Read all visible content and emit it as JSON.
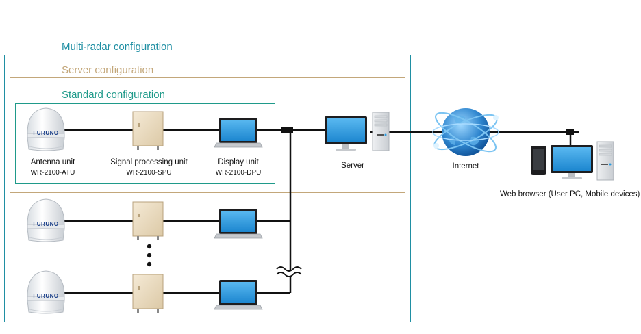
{
  "titles": {
    "multi_radar": "Multi-radar configuration",
    "server_config": "Server configuration",
    "standard_config": "Standard configuration"
  },
  "units": {
    "antenna": {
      "name": "Antenna unit",
      "model": "WR-2100-ATU",
      "brand": "FURUNO"
    },
    "spu": {
      "name": "Signal processing unit",
      "model": "WR-2100-SPU"
    },
    "display": {
      "name": "Display unit",
      "model": "WR-2100-DPU"
    }
  },
  "server_label": "Server",
  "internet_label": "Internet",
  "browser_label": "Web browser (User PC, Mobile devices)",
  "colors": {
    "multi_radar": "#1f8fa3",
    "server_config": "#c3a77a",
    "standard_config": "#1f9a8a",
    "line": "#111111",
    "screen": "#2a9be0"
  }
}
